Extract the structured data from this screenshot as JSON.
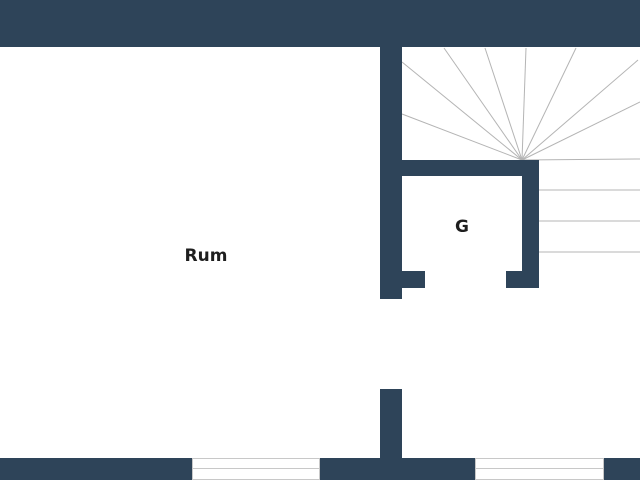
{
  "colors": {
    "wall": "#2e4459",
    "background": "#ffffff",
    "stair_line": "#b4b4b4",
    "window_line": "#c8c8c8",
    "label": "#1e1e1e"
  },
  "rooms": [
    {
      "id": "rum",
      "label": "Rum"
    },
    {
      "id": "g",
      "label": "G"
    }
  ]
}
